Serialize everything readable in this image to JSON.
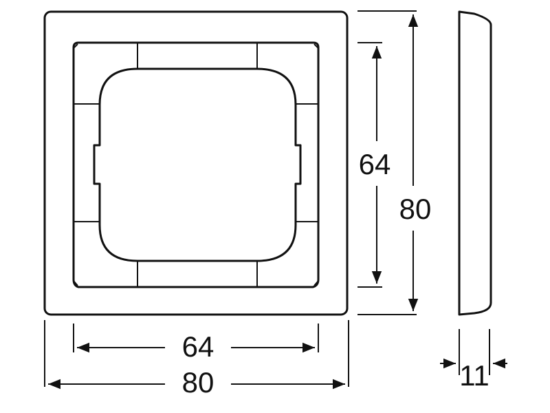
{
  "dimensions": {
    "front_inner_width": "64",
    "front_outer_width": "80",
    "front_inner_height": "64",
    "front_outer_height": "80",
    "side_depth": "11"
  },
  "colors": {
    "line": "#111111",
    "background": "#ffffff"
  }
}
